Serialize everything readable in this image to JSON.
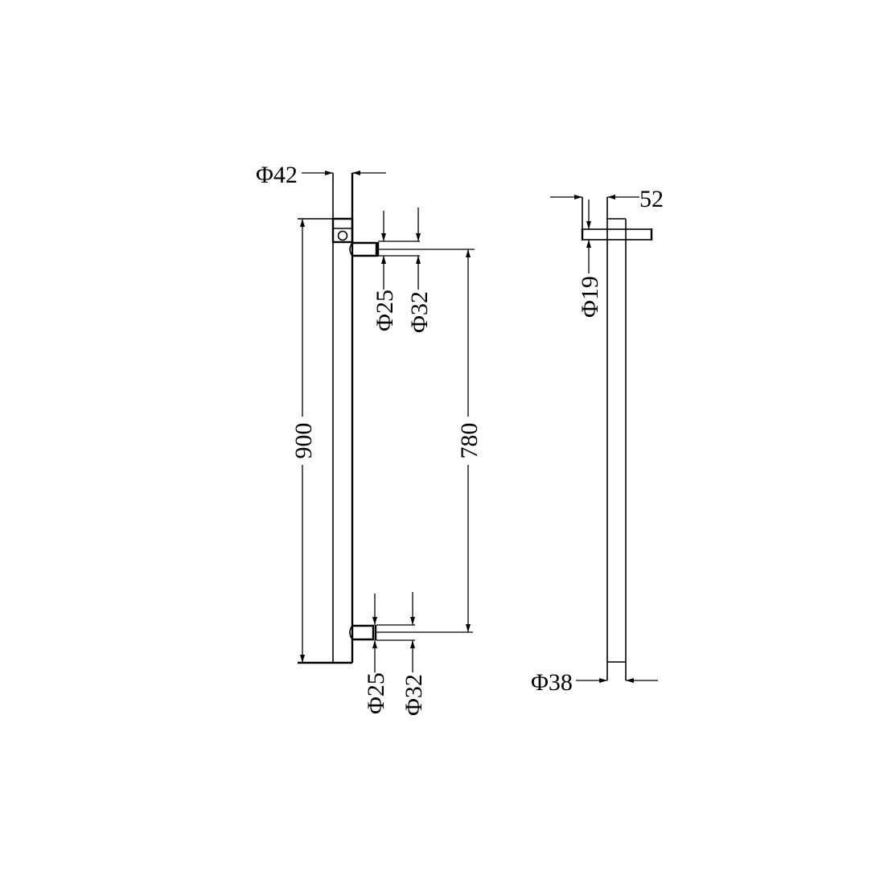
{
  "drawing": {
    "front_view": {
      "overall_height": "900",
      "bracket_spacing": "780",
      "tube_diameter": "Φ42",
      "top_bracket": {
        "inner_diameter": "Φ25",
        "outer_diameter": "Φ32"
      },
      "bottom_bracket": {
        "inner_diameter": "Φ25",
        "outer_diameter": "Φ32"
      }
    },
    "side_view": {
      "projection": "52",
      "post_diameter": "Φ19",
      "tube_diameter": "Φ38"
    },
    "colors": {
      "line": "#000000",
      "background": "#ffffff"
    }
  }
}
